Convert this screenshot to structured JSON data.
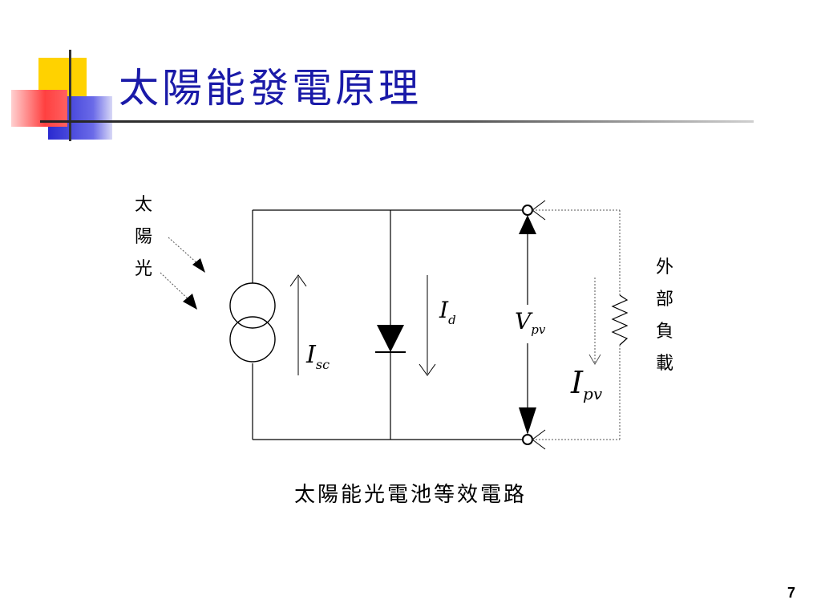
{
  "slide": {
    "title": "太陽能發電原理",
    "caption": "太陽能光電池等效電路",
    "page_number": "7"
  },
  "diagram": {
    "sunlight_label": [
      "太",
      "陽",
      "光"
    ],
    "load_label": [
      "外",
      "部",
      "負",
      "載"
    ],
    "isc": {
      "main": "I",
      "sub": "sc"
    },
    "id": {
      "main": "I",
      "sub": "d"
    },
    "vpv": {
      "main": "V",
      "sub": "pv"
    },
    "ipv": {
      "main": "I",
      "sub": "pv"
    }
  },
  "colors": {
    "title": "#1a1aa8",
    "deco_yellow": "#ffd200",
    "deco_red": "#ff4040",
    "deco_blue": "#2a2ad0"
  }
}
